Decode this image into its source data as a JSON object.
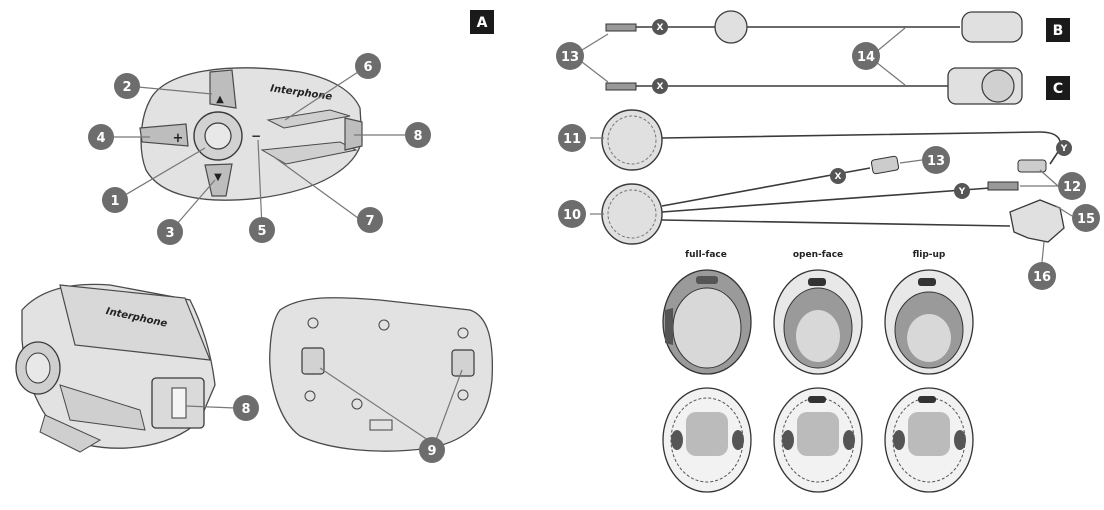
{
  "brand": "Interphone",
  "panels": {
    "a": "A",
    "b": "B",
    "c": "C"
  },
  "callouts": {
    "n1": "1",
    "n2": "2",
    "n3": "3",
    "n4": "4",
    "n5": "5",
    "n6": "6",
    "n7": "7",
    "n8": "8",
    "n8b": "8",
    "n9": "9",
    "n10": "10",
    "n11": "11",
    "n12": "12",
    "n13a": "13",
    "n13b": "13",
    "n14": "14",
    "n15": "15",
    "n16": "16"
  },
  "connectors": {
    "x1": "X",
    "x2": "X",
    "x3": "X",
    "y1": "Y",
    "y2": "Y"
  },
  "helmets": {
    "full_face": "full-face",
    "open_face": "open-face",
    "flip_up": "flip-up"
  },
  "button_glyphs": {
    "plus": "+",
    "minus": "−",
    "up": "▲",
    "down": "▼"
  },
  "colors": {
    "callout": "#6d6d6d",
    "panel_label": "#1a1a1a",
    "device_body": "#e2e2e2"
  }
}
